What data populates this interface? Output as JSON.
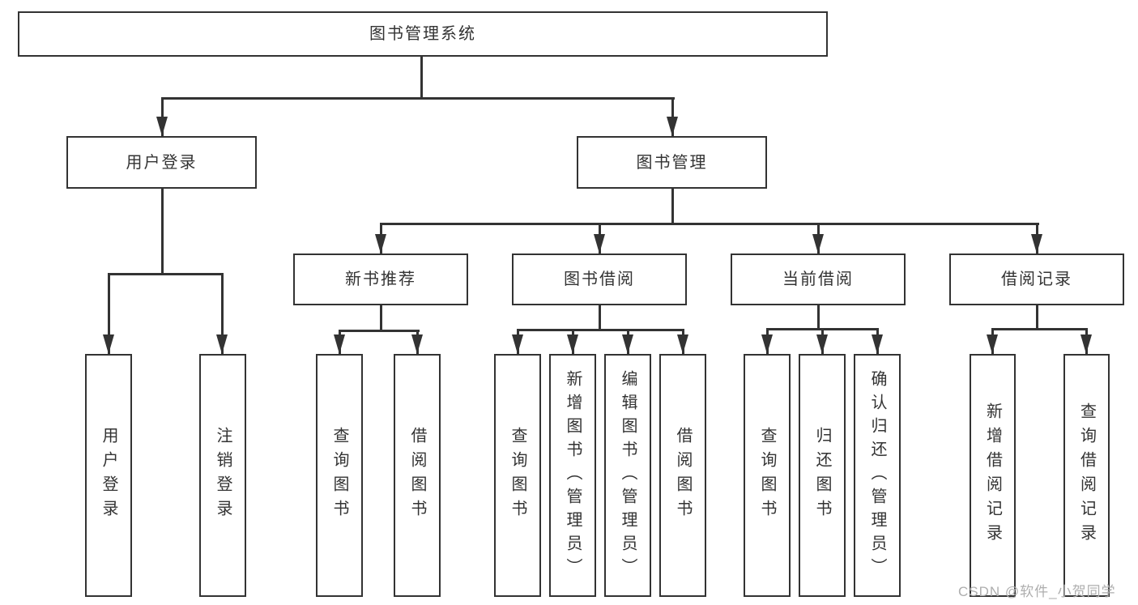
{
  "root": {
    "label": "图书管理系统"
  },
  "branches": [
    {
      "label": "用户登录",
      "children": [
        {
          "label": "用户登录"
        },
        {
          "label": "注销登录"
        }
      ]
    },
    {
      "label": "图书管理",
      "children": [
        {
          "label": "新书推荐",
          "children": [
            {
              "label": "查询图书"
            },
            {
              "label": "借阅图书"
            }
          ]
        },
        {
          "label": "图书借阅",
          "children": [
            {
              "label": "查询图书"
            },
            {
              "label": "新增图书（管理员）"
            },
            {
              "label": "编辑图书（管理员）"
            },
            {
              "label": "借阅图书"
            }
          ]
        },
        {
          "label": "当前借阅",
          "children": [
            {
              "label": "查询图书"
            },
            {
              "label": "归还图书"
            },
            {
              "label": "确认归还（管理员）"
            }
          ]
        },
        {
          "label": "借阅记录",
          "children": [
            {
              "label": "新增借阅记录"
            },
            {
              "label": "查询借阅记录"
            }
          ]
        }
      ]
    }
  ],
  "watermark": "CSDN @软件_小贺同学",
  "colors": {
    "line": "#333333",
    "box_border": "#333333",
    "box_fill": "#ffffff",
    "text": "#333333",
    "watermark": "#aeaeae",
    "background": "#ffffff"
  }
}
